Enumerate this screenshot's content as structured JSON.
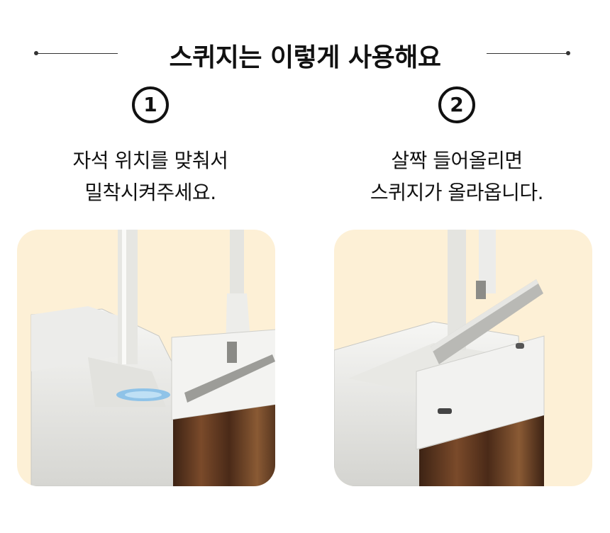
{
  "title": "스퀴지는 이렇게 사용해요",
  "steps": [
    {
      "number": "1",
      "line1": "자석 위치를 맞춰서",
      "line2": "밀착시켜주세요."
    },
    {
      "number": "2",
      "line1": "살짝 들어올리면",
      "line2": "스퀴지가 올라옵니다."
    }
  ],
  "colors": {
    "photo_background": "#fdf0d6",
    "text": "#111111",
    "bristles": "#6b3f22"
  }
}
